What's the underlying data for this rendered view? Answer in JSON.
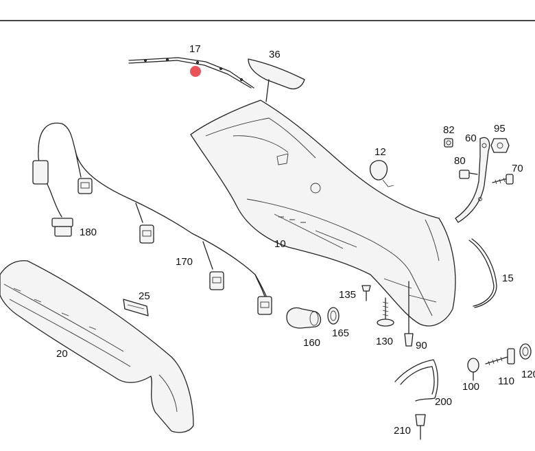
{
  "labels": {
    "p10": "10",
    "p12": "12",
    "p15": "15",
    "p17": "17",
    "p20": "20",
    "p25": "25",
    "p36": "36",
    "p60": "60",
    "p70": "70",
    "p80": "80",
    "p82": "82",
    "p90": "90",
    "p95": "95",
    "p100": "100",
    "p110": "110",
    "p120": "120",
    "p130": "130",
    "p135": "135",
    "p160": "160",
    "p165": "165",
    "p170": "170",
    "p180": "180",
    "p200": "200",
    "p210": "210"
  },
  "colors": {
    "highlight": "#e8545a",
    "line": "#222222",
    "rule": "#444444"
  }
}
